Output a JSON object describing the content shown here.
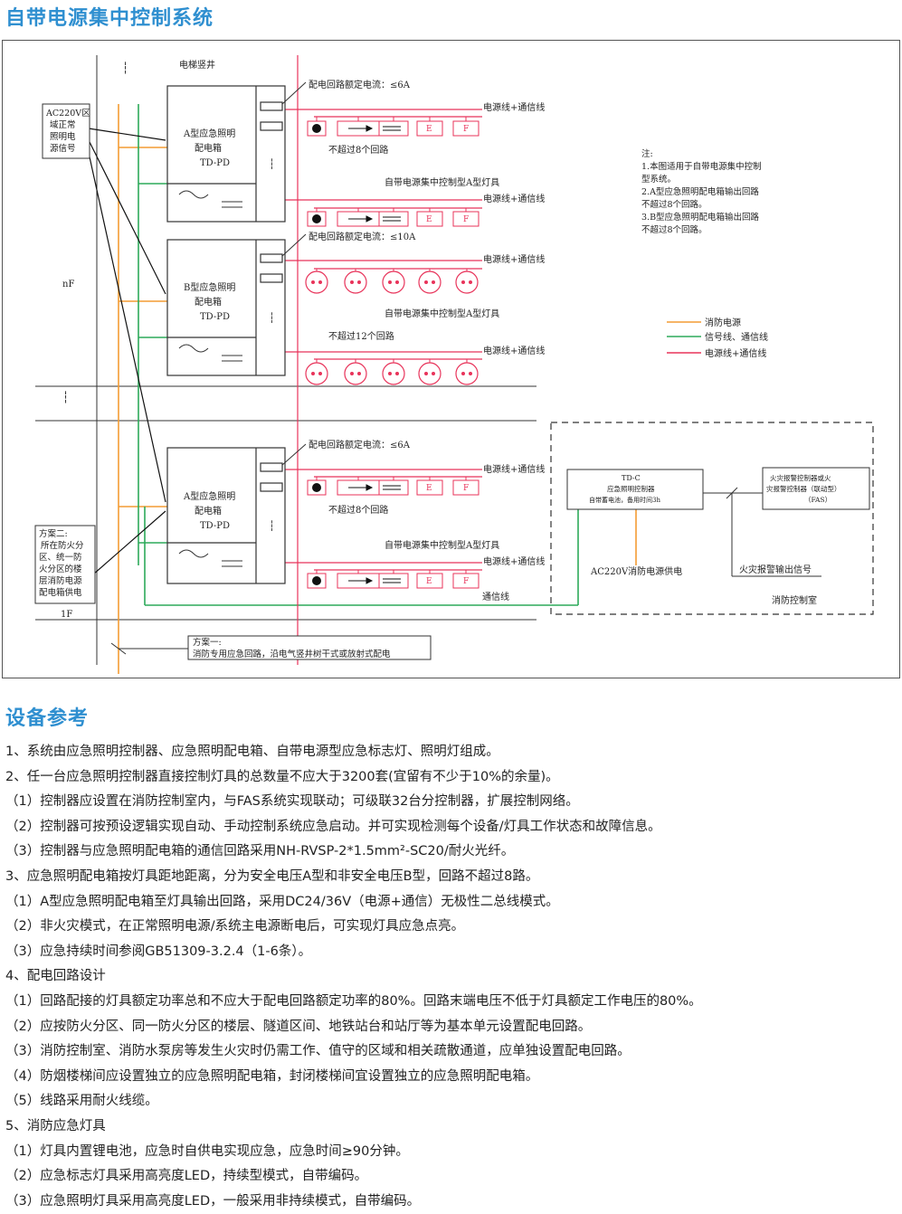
{
  "title": "自带电源集中控制系统",
  "diagram": {
    "shaft_label": "电梯竖井",
    "floor_nf": "nF",
    "floor_1f": "1F",
    "dots": "┆",
    "ac220_label": "AC220V区域正常照明电源信号",
    "ac220_lines": [
      "AC220V区",
      "域正常",
      "照明电",
      "源信号"
    ],
    "box_a_top": [
      "A型应急照明",
      "配电箱",
      "TD-PD"
    ],
    "box_b": [
      "B型应急照明",
      "配电箱",
      "TD-PD"
    ],
    "box_a_bottom": [
      "A型应急照明",
      "配电箱",
      "TD-PD"
    ],
    "rated_6a": "配电回路额定电流：≤6A",
    "rated_10a": "配电回路额定电流：≤10A",
    "power_comm": "电源线+通信线",
    "max8": "不超过8个回路",
    "max12": "不超过12个回路",
    "lamp_group": "自带电源集中控制型A型灯具",
    "lamp_e": "E",
    "lamp_f": "F",
    "notes_head": "注:",
    "notes_lines": [
      "1.本图适用于自带电源集中控制",
      "型系统。",
      "2.A型应急照明配电箱输出回路",
      "不超过8个回路。",
      "3.B型应急照明配电箱输出回路",
      "不超过8个回路。"
    ],
    "legend": [
      {
        "label": "消防电源",
        "color": "#f39c34"
      },
      {
        "label": "信号线、通信线",
        "color": "#2daa5a"
      },
      {
        "label": "电源线+通信线",
        "color": "#e8335a"
      }
    ],
    "tdc_lines": [
      "TD-C",
      "应急照明控制器",
      "自带蓄电池，备用时间3h"
    ],
    "fas_lines": [
      "火灾报警控制器或火",
      "灾报警控制器（联动型）",
      "（FAS）"
    ],
    "ac220_fire": "AC220V消防电源供电",
    "fire_signal": "火灾报警输出信号",
    "control_room": "消防控制室",
    "comm_line": "通信线",
    "plan2_lines": [
      "方案二:",
      "所在防火分",
      "区、统一防",
      "火分区的楼",
      "层消防电源",
      "配电箱供电"
    ],
    "plan1_lines": [
      "方案一:",
      "消防专用应急回路，沿电气竖井树干式或放射式配电"
    ]
  },
  "section2_title": "设备参考",
  "notes": [
    "1、系统由应急照明控制器、应急照明配电箱、自带电源型应急标志灯、照明灯组成。",
    "2、任一台应急照明控制器直接控制灯具的总数量不应大于3200套(宜留有不少于10%的余量)。",
    "（1）控制器应设置在消防控制室内，与FAS系统实现联动；可级联32台分控制器，扩展控制网络。",
    "（2）控制器可按预设逻辑实现自动、手动控制系统应急启动。并可实现检测每个设备/灯具工作状态和故障信息。",
    "（3）控制器与应急照明配电箱的通信回路采用NH-RVSP-2*1.5mm²-SC20/耐火光纤。",
    "3、应急照明配电箱按灯具距地距离，分为安全电压A型和非安全电压B型，回路不超过8路。",
    "（1）A型应急照明配电箱至灯具输出回路，采用DC24/36V（电源+通信）无极性二总线模式。",
    "（2）非火灾模式，在正常照明电源/系统主电源断电后，可实现灯具应急点亮。",
    "（3）应急持续时间参阅GB51309-3.2.4（1-6条）。",
    "4、配电回路设计",
    "（1）回路配接的灯具额定功率总和不应大于配电回路额定功率的80%。回路末端电压不低于灯具额定工作电压的80%。",
    "（2）应按防火分区、同一防火分区的楼层、隧道区间、地铁站台和站厅等为基本单元设置配电回路。",
    "（3）消防控制室、消防水泵房等发生火灾时仍需工作、值守的区域和相关疏散通道，应单独设置配电回路。",
    "（4）防烟楼梯间应设置独立的应急照明配电箱，封闭楼梯间宜设置独立的应急照明配电箱。",
    "（5）线路采用耐火线缆。",
    "5、消防应急灯具",
    "（1）灯具内置锂电池，应急时自供电实现应急，应急时间≥90分钟。",
    "（2）应急标志灯具采用高亮度LED，持续型模式，自带编码。",
    "（3）应急照明灯具采用高亮度LED，一般采用非持续模式，自带编码。"
  ]
}
